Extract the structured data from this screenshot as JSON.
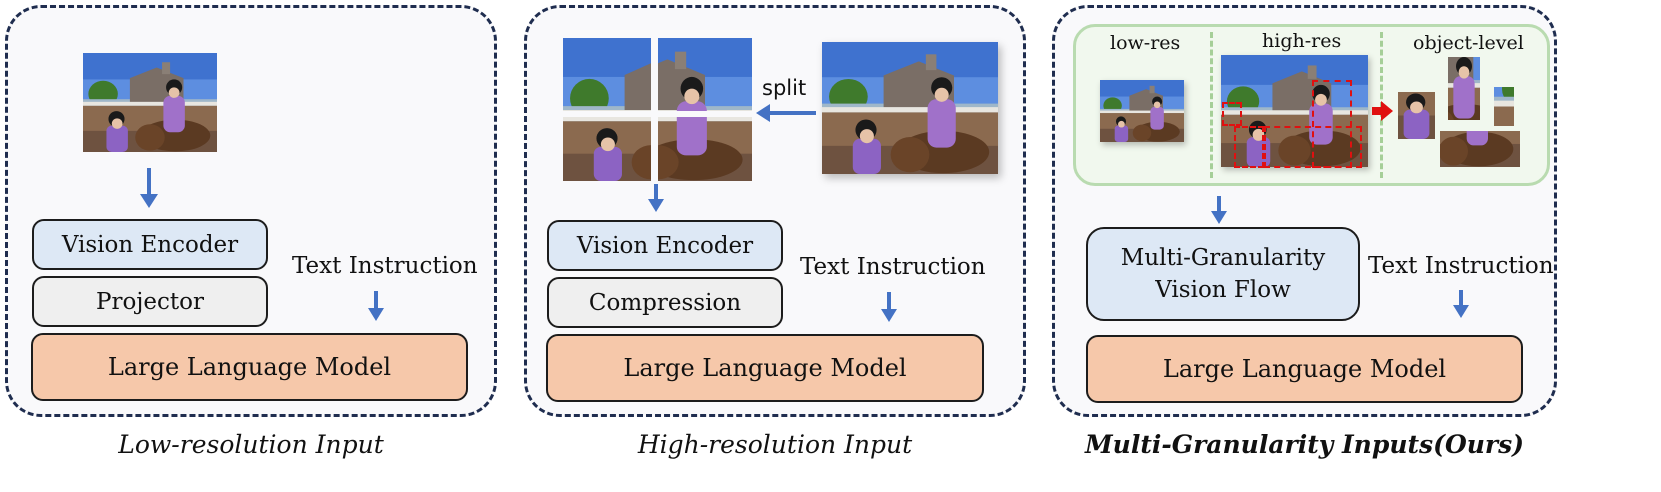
{
  "panels": {
    "low": {
      "vision_encoder": "Vision Encoder",
      "projector": "Projector",
      "text_instruction": "Text Instruction",
      "llm": "Large Language Model",
      "caption": "Low-resolution Input"
    },
    "high": {
      "split": "split",
      "vision_encoder": "Vision Encoder",
      "compression": "Compression",
      "text_instruction": "Text Instruction",
      "llm": "Large Language Model",
      "caption": "High-resolution Input"
    },
    "multi": {
      "low_res": "low-res",
      "high_res": "high-res",
      "object_level": "object-level",
      "vision_flow_line1": "Multi-Granularity",
      "vision_flow_line2": "Vision Flow",
      "text_instruction": "Text Instruction",
      "llm": "Large Language Model",
      "caption": "Multi-Granularity Inputs(Ours)"
    }
  },
  "colors": {
    "encoder_blue": "#dde8f5",
    "projector_gray": "#efefef",
    "llm_peach": "#f6c8aa",
    "arrow_blue": "#4472c4",
    "object_arrow_red": "#e01010",
    "panel_border": "#1f2d4f",
    "green_border": "#b9dbb0"
  }
}
